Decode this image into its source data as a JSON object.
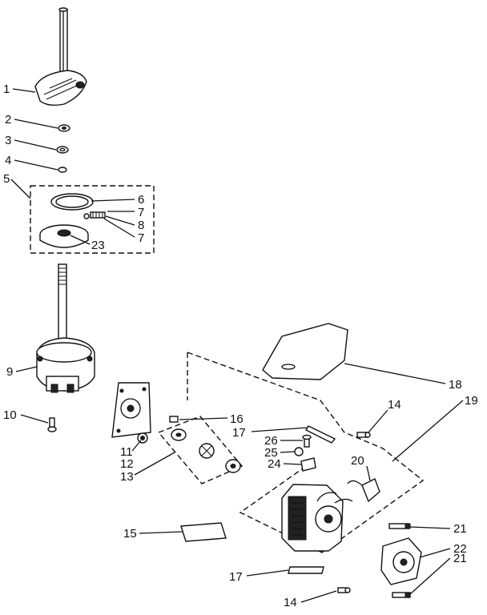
{
  "callouts": [
    {
      "id": "c1",
      "text": "1"
    },
    {
      "id": "c2",
      "text": "2"
    },
    {
      "id": "c3",
      "text": "3"
    },
    {
      "id": "c4",
      "text": "4"
    },
    {
      "id": "c5",
      "text": "5"
    },
    {
      "id": "c6",
      "text": "6"
    },
    {
      "id": "c7a",
      "text": "7"
    },
    {
      "id": "c8",
      "text": "8"
    },
    {
      "id": "c7b",
      "text": "7"
    },
    {
      "id": "c23",
      "text": "23"
    },
    {
      "id": "c9",
      "text": "9"
    },
    {
      "id": "c10",
      "text": "10"
    },
    {
      "id": "c11",
      "text": "11"
    },
    {
      "id": "c12",
      "text": "12"
    },
    {
      "id": "c13",
      "text": "13"
    },
    {
      "id": "c14a",
      "text": "14"
    },
    {
      "id": "c15",
      "text": "15"
    },
    {
      "id": "c16",
      "text": "16"
    },
    {
      "id": "c17a",
      "text": "17"
    },
    {
      "id": "c17b",
      "text": "17"
    },
    {
      "id": "c14b",
      "text": "14"
    },
    {
      "id": "c18",
      "text": "18"
    },
    {
      "id": "c19",
      "text": "19"
    },
    {
      "id": "c20",
      "text": "20"
    },
    {
      "id": "c21a",
      "text": "21"
    },
    {
      "id": "c21b",
      "text": "21"
    },
    {
      "id": "c22",
      "text": "22"
    },
    {
      "id": "c24",
      "text": "24"
    },
    {
      "id": "c25",
      "text": "25"
    },
    {
      "id": "c26",
      "text": "26"
    }
  ]
}
